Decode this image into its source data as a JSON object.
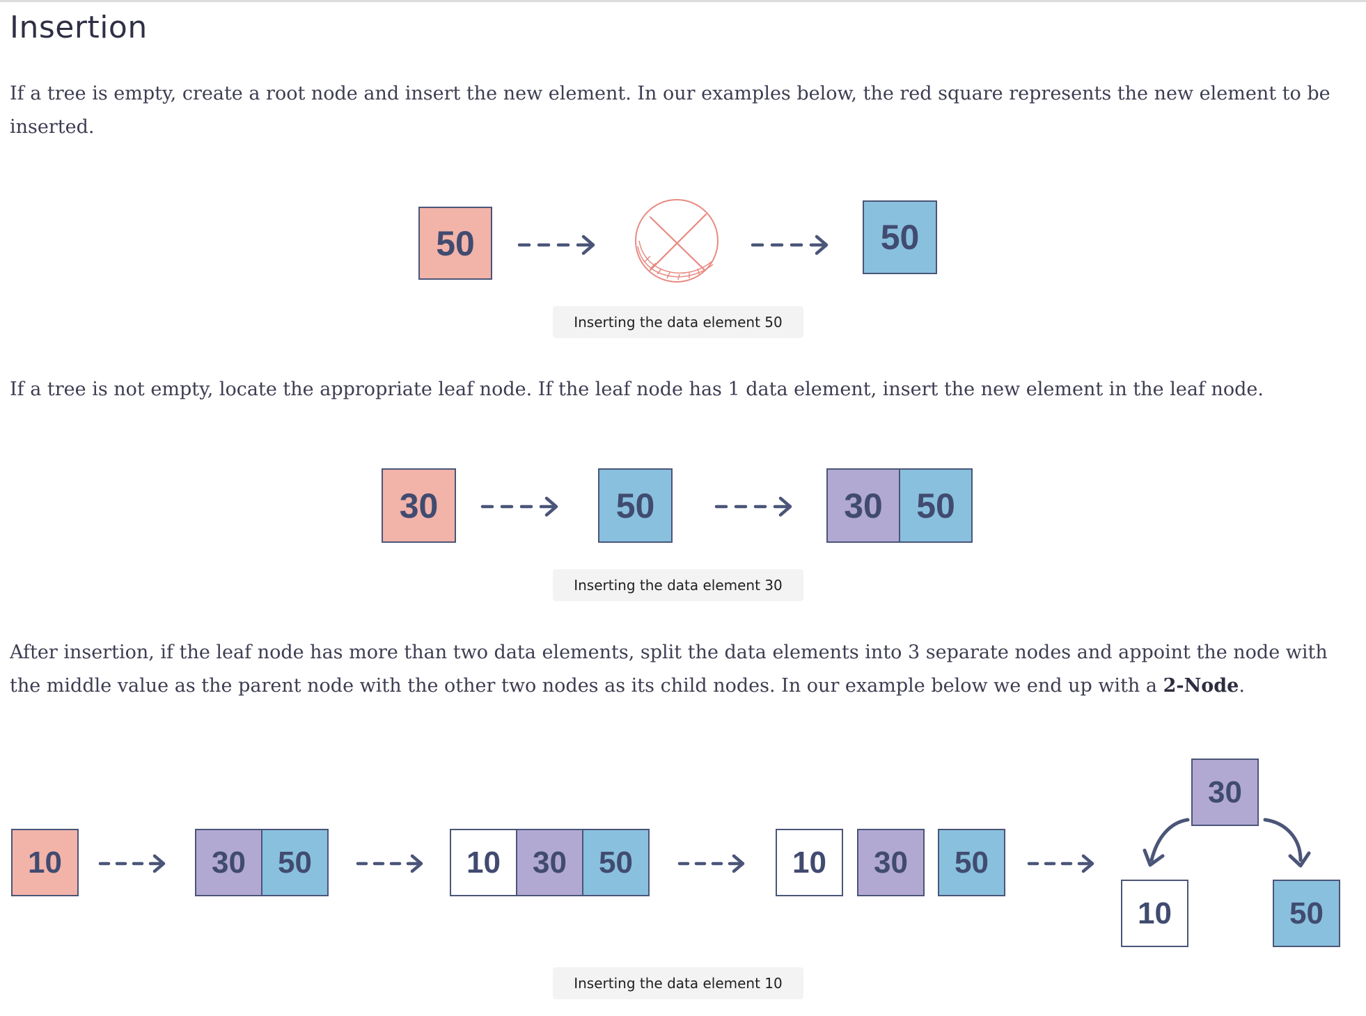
{
  "heading": "Insertion",
  "para1": "If a tree is empty, create a root node and insert the new element. In our examples below, the red square represents the new element to be inserted.",
  "para2": "If a tree is not empty, locate the appropriate leaf node. If the leaf node has 1 data element, insert the new element in the leaf node.",
  "para3": {
    "text": "After insertion, if the leaf node has more than two data elements, split the data elements into 3 separate nodes and appoint the node with the middle value as the parent node with the other two nodes as its child nodes. In our example below we end up with a ",
    "bold": "2-Node",
    "end": "."
  },
  "diagram1": {
    "new_value": "50",
    "result_value": "50",
    "caption": "Inserting the data element 50"
  },
  "diagram2": {
    "new_value": "30",
    "existing_value": "50",
    "result_left": "30",
    "result_right": "50",
    "caption": "Inserting the data element 30"
  },
  "diagram3": {
    "new_value": "10",
    "leaf_left": "30",
    "leaf_right": "50",
    "overflow_a": "10",
    "overflow_b": "30",
    "overflow_c": "50",
    "split_a": "10",
    "split_b": "30",
    "split_c": "50",
    "parent": "30",
    "child_left": "10",
    "child_right": "50",
    "caption": "Inserting the data element 10"
  },
  "colors": {
    "new_element": "#f2b3a9",
    "existing": "#89c0de",
    "merged": "#b2a9d3",
    "empty_tree_mark": "#e88a82",
    "arrow": "#4a5578"
  }
}
